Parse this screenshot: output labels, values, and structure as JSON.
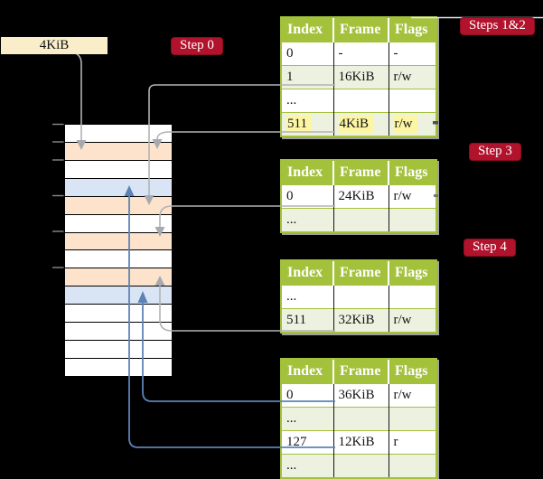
{
  "colors": {
    "table_header_bg": "#a4c13c",
    "table_row_alt_bg": "#edf2e0",
    "highlight_yellow": "#fcf6a4",
    "badge_bg": "#b1122c",
    "box_cream_bg": "#faeeca",
    "row_peach": "#fde3cc",
    "row_blue": "#d9e5f4",
    "arrow_gray": "#b3b3b3",
    "arrow_blue": "#5d83b6"
  },
  "source_box": {
    "label": "4KiB"
  },
  "badges": {
    "step0": {
      "label": "Step 0"
    },
    "steps12": {
      "label": "Steps 1&2"
    },
    "step3": {
      "label": "Step 3"
    },
    "step4": {
      "label": "Step 4"
    }
  },
  "memory": {
    "rows": [
      "white",
      "peach",
      "white",
      "blue",
      "peach",
      "white",
      "peach",
      "white",
      "peach",
      "blue",
      "white",
      "white",
      "white",
      "white"
    ]
  },
  "tables": [
    {
      "badge": "Steps 1&2",
      "headers": [
        "Index",
        "Frame",
        "Flags"
      ],
      "rows": [
        {
          "cells": [
            "0",
            "-",
            "-"
          ],
          "shaded": false,
          "highlight": false
        },
        {
          "cells": [
            "1",
            "16KiB",
            "r/w"
          ],
          "shaded": true,
          "highlight": false
        },
        {
          "cells": [
            "...",
            "",
            ""
          ],
          "shaded": false,
          "highlight": false
        },
        {
          "cells": [
            "511",
            "4KiB",
            "r/w"
          ],
          "shaded": true,
          "highlight": true
        }
      ]
    },
    {
      "badge": "Step 3",
      "headers": [
        "Index",
        "Frame",
        "Flags"
      ],
      "rows": [
        {
          "cells": [
            "0",
            "24KiB",
            "r/w"
          ],
          "shaded": false,
          "highlight": false
        },
        {
          "cells": [
            "...",
            "",
            ""
          ],
          "shaded": true,
          "highlight": false
        }
      ]
    },
    {
      "badge": "Step 4",
      "headers": [
        "Index",
        "Frame",
        "Flags"
      ],
      "rows": [
        {
          "cells": [
            "...",
            "",
            ""
          ],
          "shaded": false,
          "highlight": false
        },
        {
          "cells": [
            "511",
            "32KiB",
            "r/w"
          ],
          "shaded": true,
          "highlight": false
        }
      ]
    },
    {
      "badge": null,
      "headers": [
        "Index",
        "Frame",
        "Flags"
      ],
      "rows": [
        {
          "cells": [
            "0",
            "36KiB",
            "r/w"
          ],
          "shaded": false,
          "highlight": false
        },
        {
          "cells": [
            "...",
            "",
            ""
          ],
          "shaded": true,
          "highlight": false
        },
        {
          "cells": [
            "127",
            "12KiB",
            "r"
          ],
          "shaded": false,
          "highlight": false
        },
        {
          "cells": [
            "...",
            "",
            ""
          ],
          "shaded": true,
          "highlight": false
        }
      ]
    }
  ]
}
